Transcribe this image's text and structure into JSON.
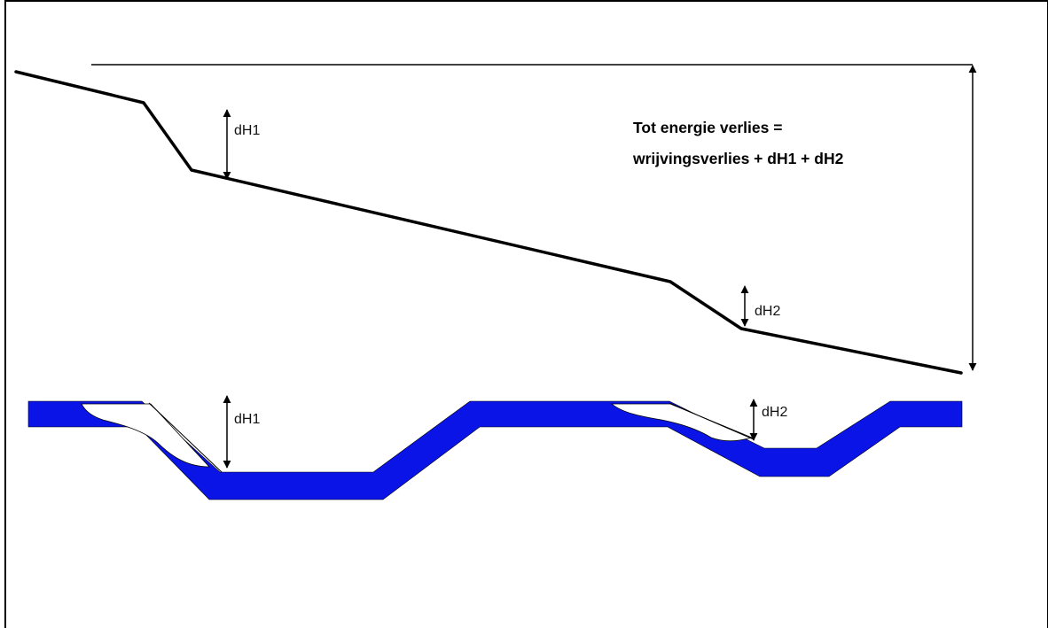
{
  "labels": {
    "dh1": "dH1",
    "dh2": "dH2"
  },
  "equation": {
    "line1": "Tot energie verlies =",
    "line2": "wrijvingsverlies + dH1 + dH2"
  },
  "colors": {
    "water": "#0a14e6",
    "line": "#000000",
    "border": "#000000",
    "background": "#ffffff"
  }
}
